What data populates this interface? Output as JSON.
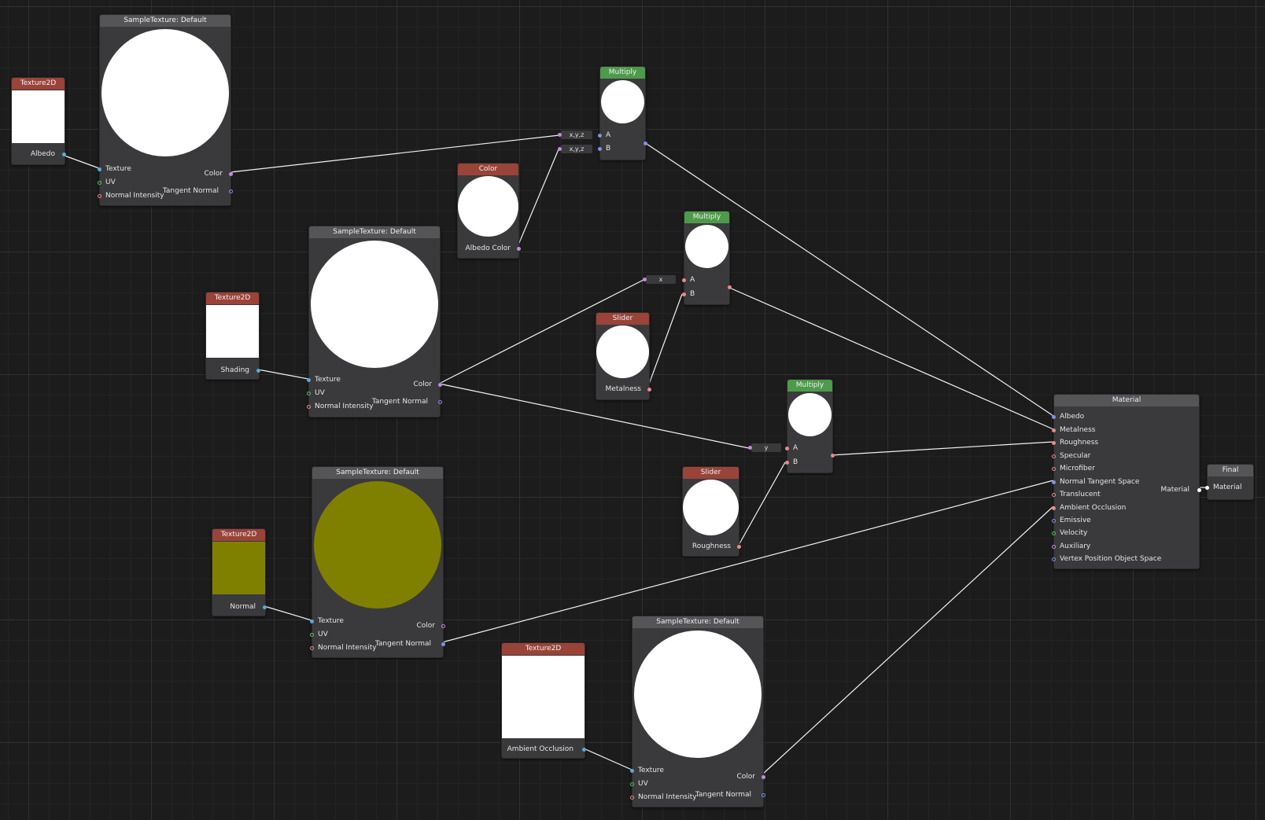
{
  "colors": {
    "header_sample": "#555558",
    "header_input": "#9a4338",
    "header_math": "#4e9a4a",
    "port_texture": "#5aa9d8",
    "port_uv": "#59c25a",
    "port_float": "#e98a8a",
    "port_color": "#c58ae0",
    "port_normal": "#8090e8",
    "port_white": "#ffffff",
    "olive": "#808000"
  },
  "sample_texture_albedo": {
    "title": "SampleTexture: Default",
    "in_texture": "Texture",
    "in_uv": "UV",
    "in_normal_intensity": "Normal Intensity",
    "out_color": "Color",
    "out_tangent_normal": "Tangent Normal"
  },
  "sample_texture_shading": {
    "title": "SampleTexture: Default",
    "in_texture": "Texture",
    "in_uv": "UV",
    "in_normal_intensity": "Normal Intensity",
    "out_color": "Color",
    "out_tangent_normal": "Tangent Normal"
  },
  "sample_texture_normal": {
    "title": "SampleTexture: Default",
    "in_texture": "Texture",
    "in_uv": "UV",
    "in_normal_intensity": "Normal Intensity",
    "out_color": "Color",
    "out_tangent_normal": "Tangent Normal"
  },
  "sample_texture_ao": {
    "title": "SampleTexture: Default",
    "in_texture": "Texture",
    "in_uv": "UV",
    "in_normal_intensity": "Normal Intensity",
    "out_color": "Color",
    "out_tangent_normal": "Tangent Normal"
  },
  "texture_albedo": {
    "title": "Texture2D",
    "output": "Albedo"
  },
  "texture_shading": {
    "title": "Texture2D",
    "output": "Shading"
  },
  "texture_normal": {
    "title": "Texture2D",
    "output": "Normal"
  },
  "texture_ao": {
    "title": "Texture2D",
    "output": "Ambient Occlusion"
  },
  "color_node": {
    "title": "Color",
    "output": "Albedo Color"
  },
  "slider_metalness": {
    "title": "Slider",
    "output": "Metalness"
  },
  "slider_roughness": {
    "title": "Slider",
    "output": "Roughness"
  },
  "multiply_1": {
    "title": "Multiply",
    "in_a": "A",
    "in_b": "B",
    "swizzle_a": "x,y,z",
    "swizzle_b": "x,y,z"
  },
  "multiply_2": {
    "title": "Multiply",
    "in_a": "A",
    "in_b": "B",
    "swizzle_a": "x"
  },
  "multiply_3": {
    "title": "Multiply",
    "in_a": "A",
    "in_b": "B",
    "swizzle_a": "y"
  },
  "material": {
    "title": "Material",
    "inputs": [
      "Albedo",
      "Metalness",
      "Roughness",
      "Specular",
      "Microfiber",
      "Normal Tangent Space",
      "Translucent",
      "Ambient Occlusion",
      "Emissive",
      "Velocity",
      "Auxiliary",
      "Vertex Position Object Space"
    ],
    "output": "Material"
  },
  "final": {
    "title": "Final",
    "input": "Material"
  }
}
